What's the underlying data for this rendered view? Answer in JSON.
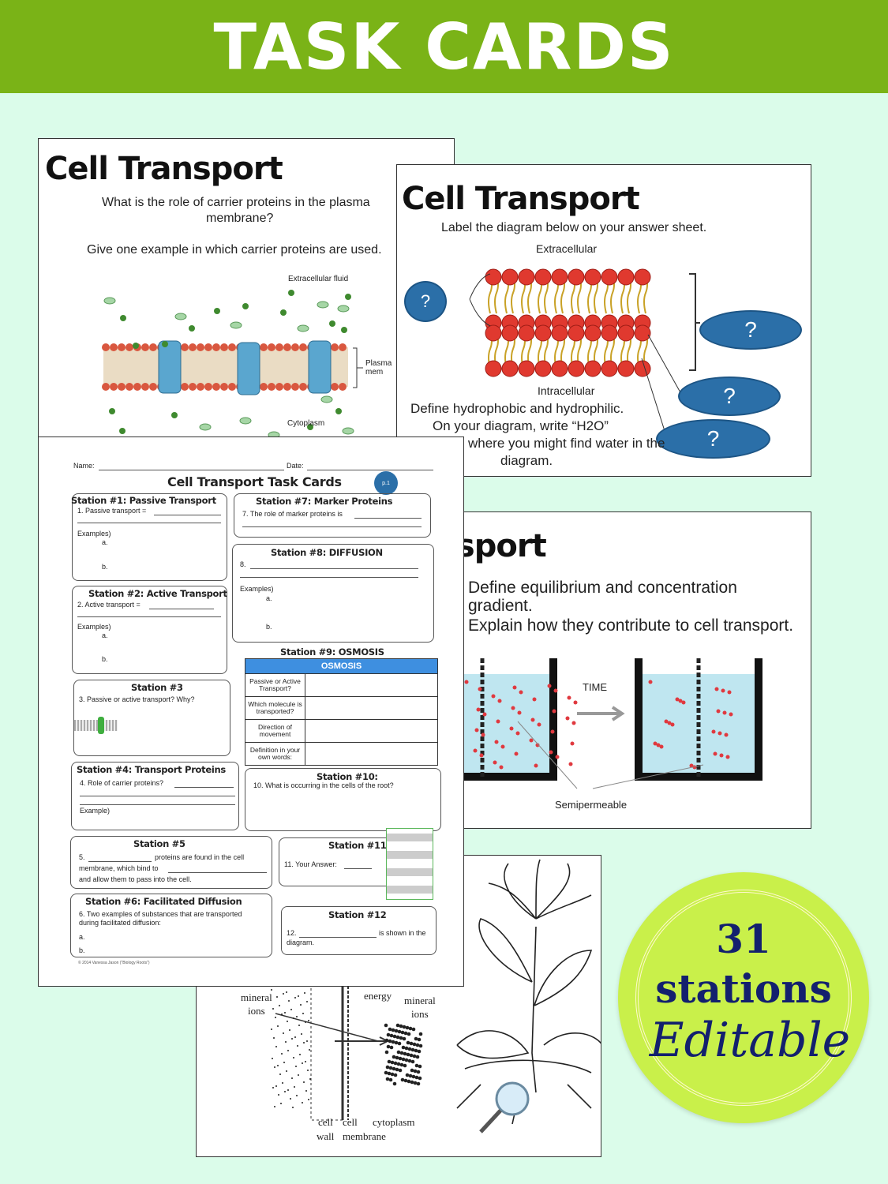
{
  "header": {
    "title": "TASK CARDS"
  },
  "card1": {
    "title": "Cell Transport",
    "q1": "What is the role of carrier proteins in the plasma",
    "q1b": "membrane?",
    "q2": "Give one example in which carrier proteins are used.",
    "label_top": "Extracellular fluid",
    "label_bottom": "Cytoplasm",
    "label_right1": "Plasma",
    "label_right2": "mem"
  },
  "card2": {
    "title": "Cell Transport",
    "instruction": "Label the diagram below on your answer sheet.",
    "extracellular": "Extracellular",
    "intracellular": "Intracellular",
    "q_mark": "?",
    "lines": [
      "Define hydrophobic and hydrophilic.",
      "On your diagram, write “H2O”",
      "where you might find water in the",
      "diagram."
    ]
  },
  "card3": {
    "title": "Cell Transport",
    "line1": "Define equilibrium and concentration gradient.",
    "line2": "Explain how they contribute to cell transport.",
    "time_label": "TIME",
    "membrane_label": "Semipermeable"
  },
  "card4": {
    "mineral_ions_left": [
      "mineral",
      "ions"
    ],
    "energy": "energy",
    "mineral_ions_right": [
      "mineral",
      "ions"
    ],
    "cell_wall": [
      "cell",
      "wall"
    ],
    "cell_membrane": [
      "cell",
      "membrane"
    ],
    "cytoplasm": "cytoplasm"
  },
  "worksheet": {
    "name_label": "Name:",
    "date_label": "Date:",
    "title": "Cell Transport Task Cards",
    "page": "p.1",
    "s1": {
      "title": "Station #1: Passive Transport",
      "q": "1. Passive transport =",
      "ex": "Examples)",
      "a": "a.",
      "b": "b."
    },
    "s2": {
      "title": "Station #2: Active Transport",
      "q": "2. Active transport =",
      "ex": "Examples)",
      "a": "a.",
      "b": "b."
    },
    "s3": {
      "title": "Station #3",
      "q": "3. Passive or active transport? Why?"
    },
    "s4": {
      "title": "Station #4: Transport Proteins",
      "q": "4. Role of carrier proteins?",
      "ex": "Example)"
    },
    "s5": {
      "title": "Station #5",
      "q1": "5.",
      "q1b": "proteins are found in the cell",
      "q2": "membrane, which bind to",
      "q3": "and allow them to pass into the cell."
    },
    "s6": {
      "title": "Station #6: Facilitated Diffusion",
      "q1": "6. Two examples of substances that are transported",
      "q2": "during facilitated diffusion:",
      "a": "a.",
      "b": "b."
    },
    "s7": {
      "title": "Station #7: Marker Proteins",
      "q": "7. The role of marker proteins is"
    },
    "s8": {
      "title": "Station #8: DIFFUSION",
      "q": "8.",
      "ex": "Examples)",
      "a": "a.",
      "b": "b."
    },
    "s9": {
      "title": "Station #9: OSMOSIS",
      "table_header": "OSMOSIS",
      "rows": [
        "Passive or Active Transport?",
        "Which molecule is transported?",
        "Direction of movement",
        "Definition in your own words:"
      ]
    },
    "s10": {
      "title": "Station #10:",
      "q": "10. What is occurring in the cells of the root?"
    },
    "s11": {
      "title": "Station #11",
      "q": "11. Your Answer:"
    },
    "s12": {
      "title": "Station #12",
      "q1": "12.",
      "q1b": "is shown in the",
      "q2": "diagram."
    },
    "copyright": "© 2014 Vanessa Jason (\"Biology Roots\")"
  },
  "badge": {
    "count": "31",
    "unit": "stations",
    "tag": "Editable"
  },
  "colors": {
    "header": "#7ab317",
    "background": "#dbfcea",
    "badge": "#c9f04a",
    "badge_text": "#13206e",
    "question_bubble": "#2b6fa8"
  }
}
